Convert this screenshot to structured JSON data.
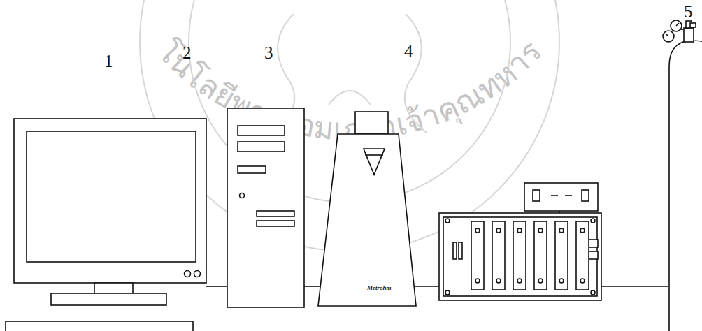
{
  "diagram": {
    "labels": [
      "โนโลยีพระจอมเกล้าเจ้าคุณทหาร",
      "1",
      "2",
      "3",
      "4",
      "5",
      "Metrohm"
    ]
  }
}
